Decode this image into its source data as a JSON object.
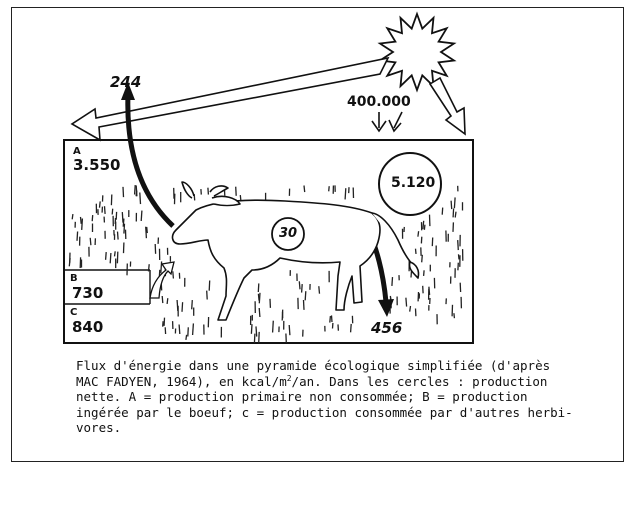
{
  "diagram": {
    "solar_input": "400.000",
    "reflected_value": "244",
    "feces_value": "456",
    "compartments": [
      {
        "letter": "A",
        "value": "3.550"
      },
      {
        "letter": "B",
        "value": "730"
      },
      {
        "letter": "C",
        "value": "840"
      }
    ],
    "net_production_producers": "5.120",
    "net_production_cow": "30"
  },
  "caption": {
    "line1": "Flux d'énergie dans une pyramide écologique simplifiée (d'après",
    "line2_pre": "MAC FADYEN, 1964), en kcal/m",
    "line2_sup": "2",
    "line2_post": "/an. Dans les cercles : production",
    "line3": "nette. A = production primaire non consommée; B = production",
    "line4": "ingérée par le boeuf; c = production consommée par d'autres herbi-",
    "line5": "vores."
  }
}
